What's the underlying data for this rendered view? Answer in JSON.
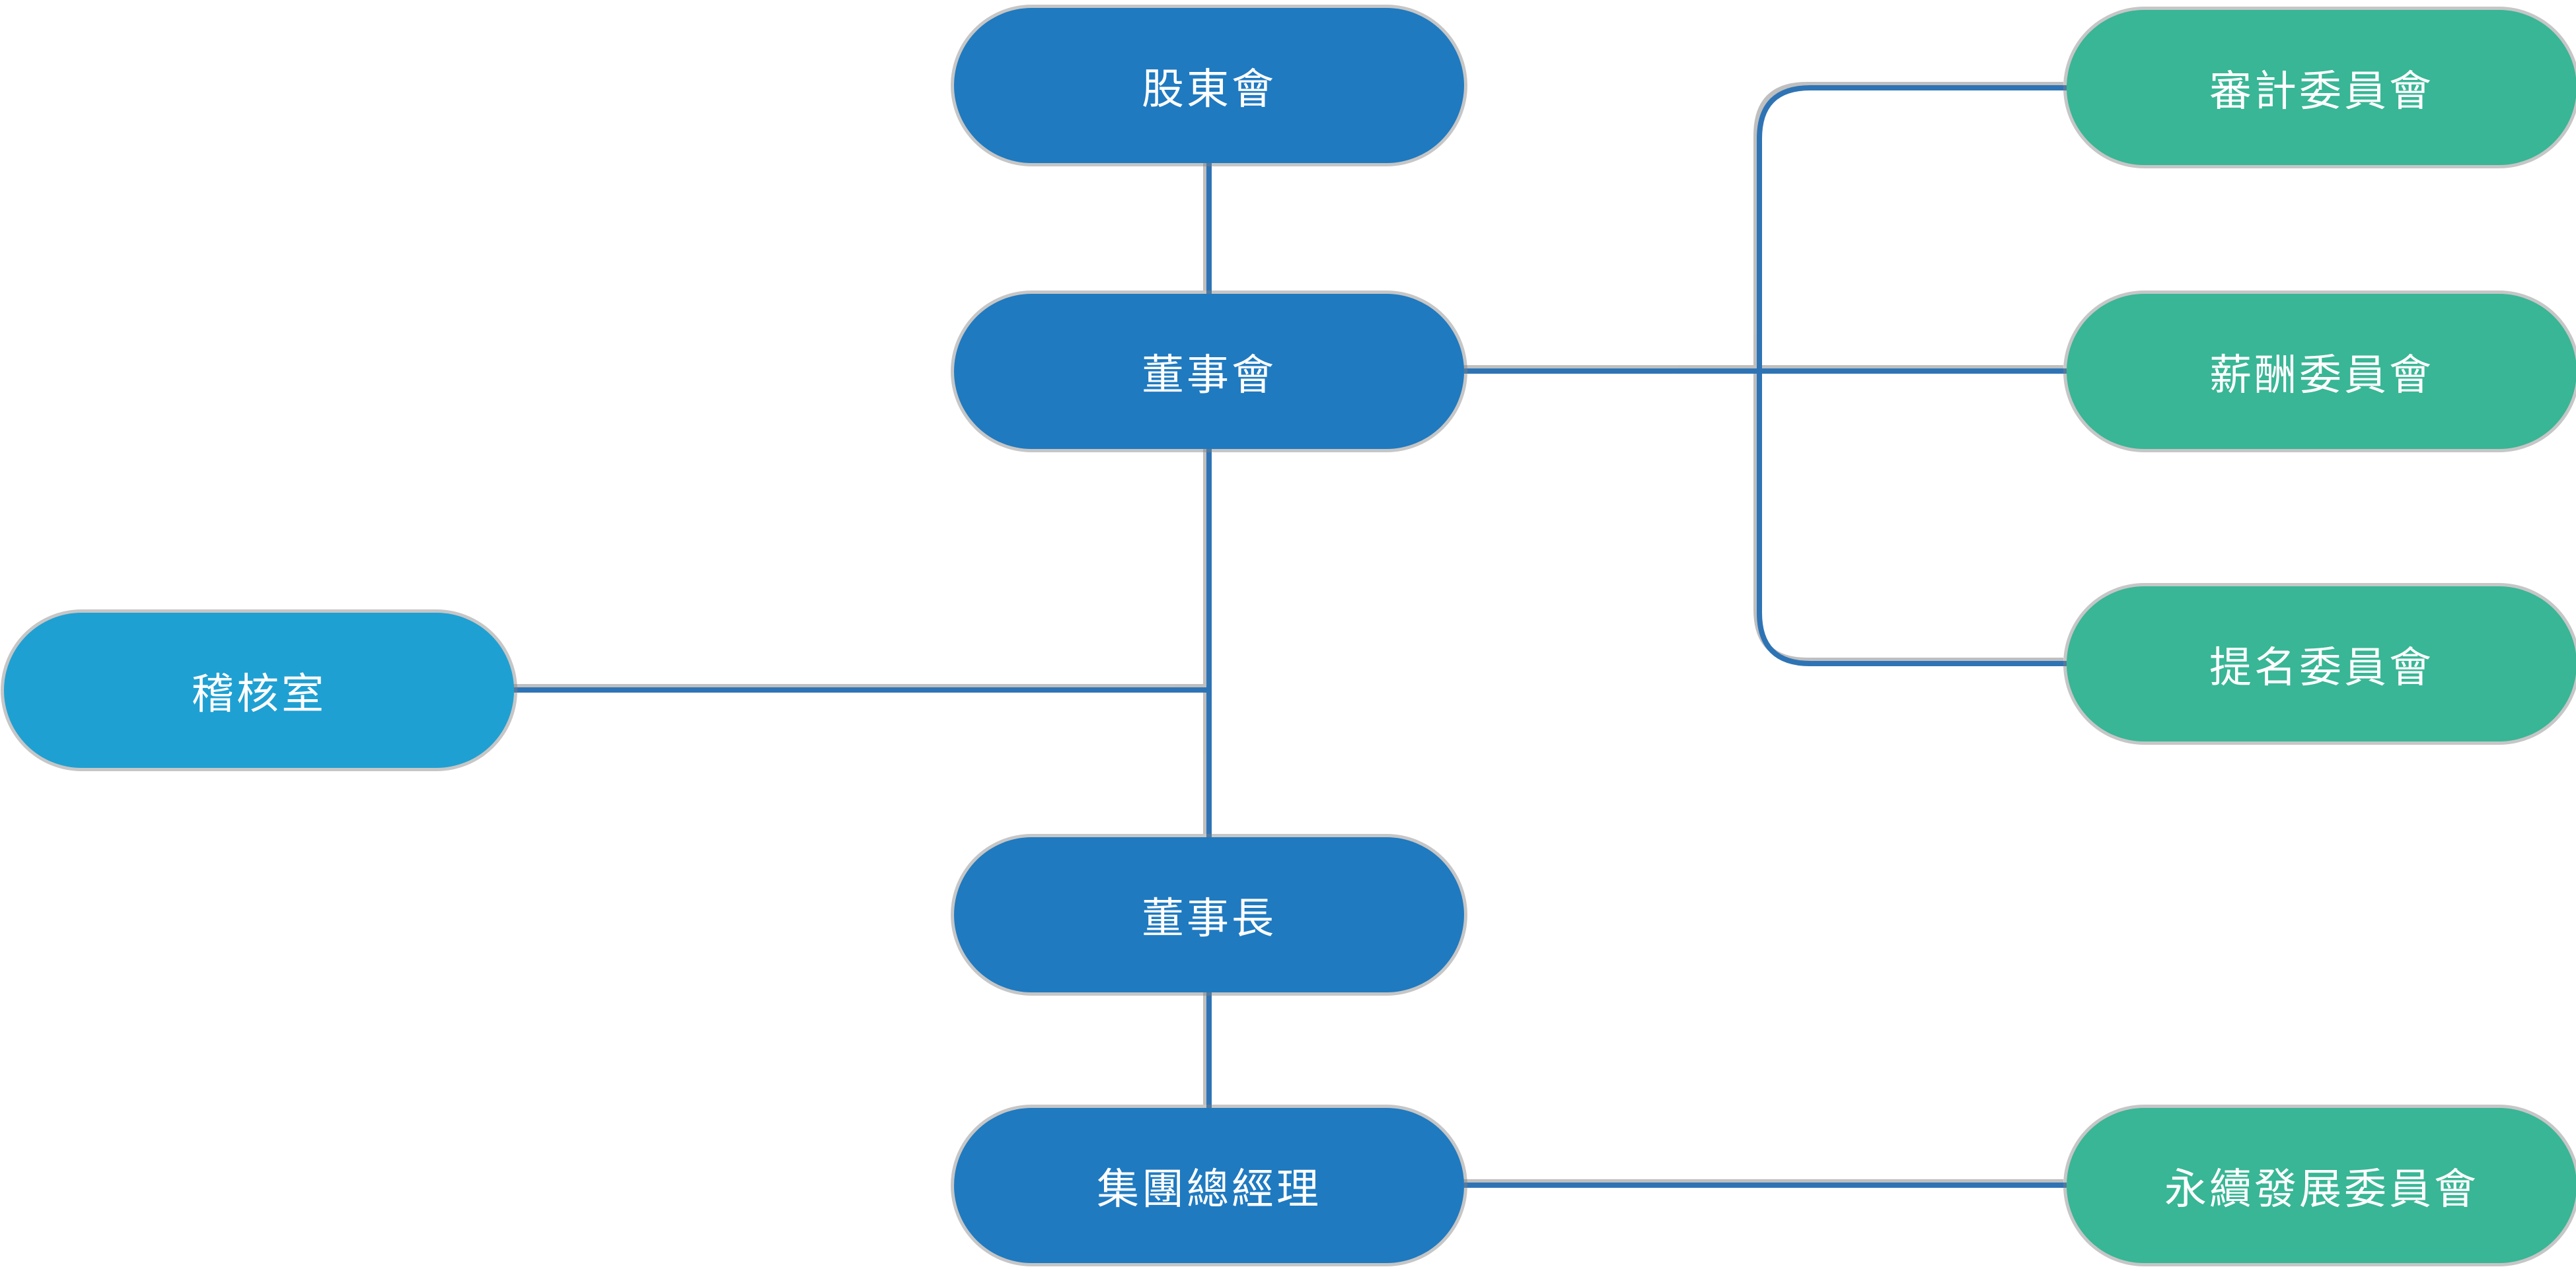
{
  "diagram": {
    "type": "org-chart",
    "language": "zh-Hant",
    "colors": {
      "governance_blue": "#1F7AC0",
      "audit_office_cyan": "#1FA0D2",
      "committee_green": "#38B695",
      "connector_blue": "#2E74B5",
      "connector_shadow_gray": "#8A8A8A",
      "node_text": "#FFFFFF",
      "background": "#FFFFFF"
    },
    "nodes": {
      "shareholders": {
        "label": "股東會"
      },
      "board": {
        "label": "董事會"
      },
      "audit_office": {
        "label": "稽核室"
      },
      "chairman": {
        "label": "董事長"
      },
      "group_president": {
        "label": "集團總經理"
      },
      "audit_committee": {
        "label": "審計委員會"
      },
      "compensation_committee": {
        "label": "薪酬委員會"
      },
      "nomination_committee": {
        "label": "提名委員會"
      },
      "sustainability_committee": {
        "label": "永續發展委員會"
      }
    },
    "edges": [
      {
        "from": "股東會",
        "to": "董事會"
      },
      {
        "from": "董事會",
        "to": "董事長"
      },
      {
        "from": "董事長",
        "to": "集團總經理"
      },
      {
        "from": "董事會",
        "to": "稽核室"
      },
      {
        "from": "董事會",
        "to": "審計委員會"
      },
      {
        "from": "董事會",
        "to": "薪酬委員會"
      },
      {
        "from": "董事會",
        "to": "提名委員會"
      },
      {
        "from": "集團總經理",
        "to": "永續發展委員會"
      }
    ]
  }
}
